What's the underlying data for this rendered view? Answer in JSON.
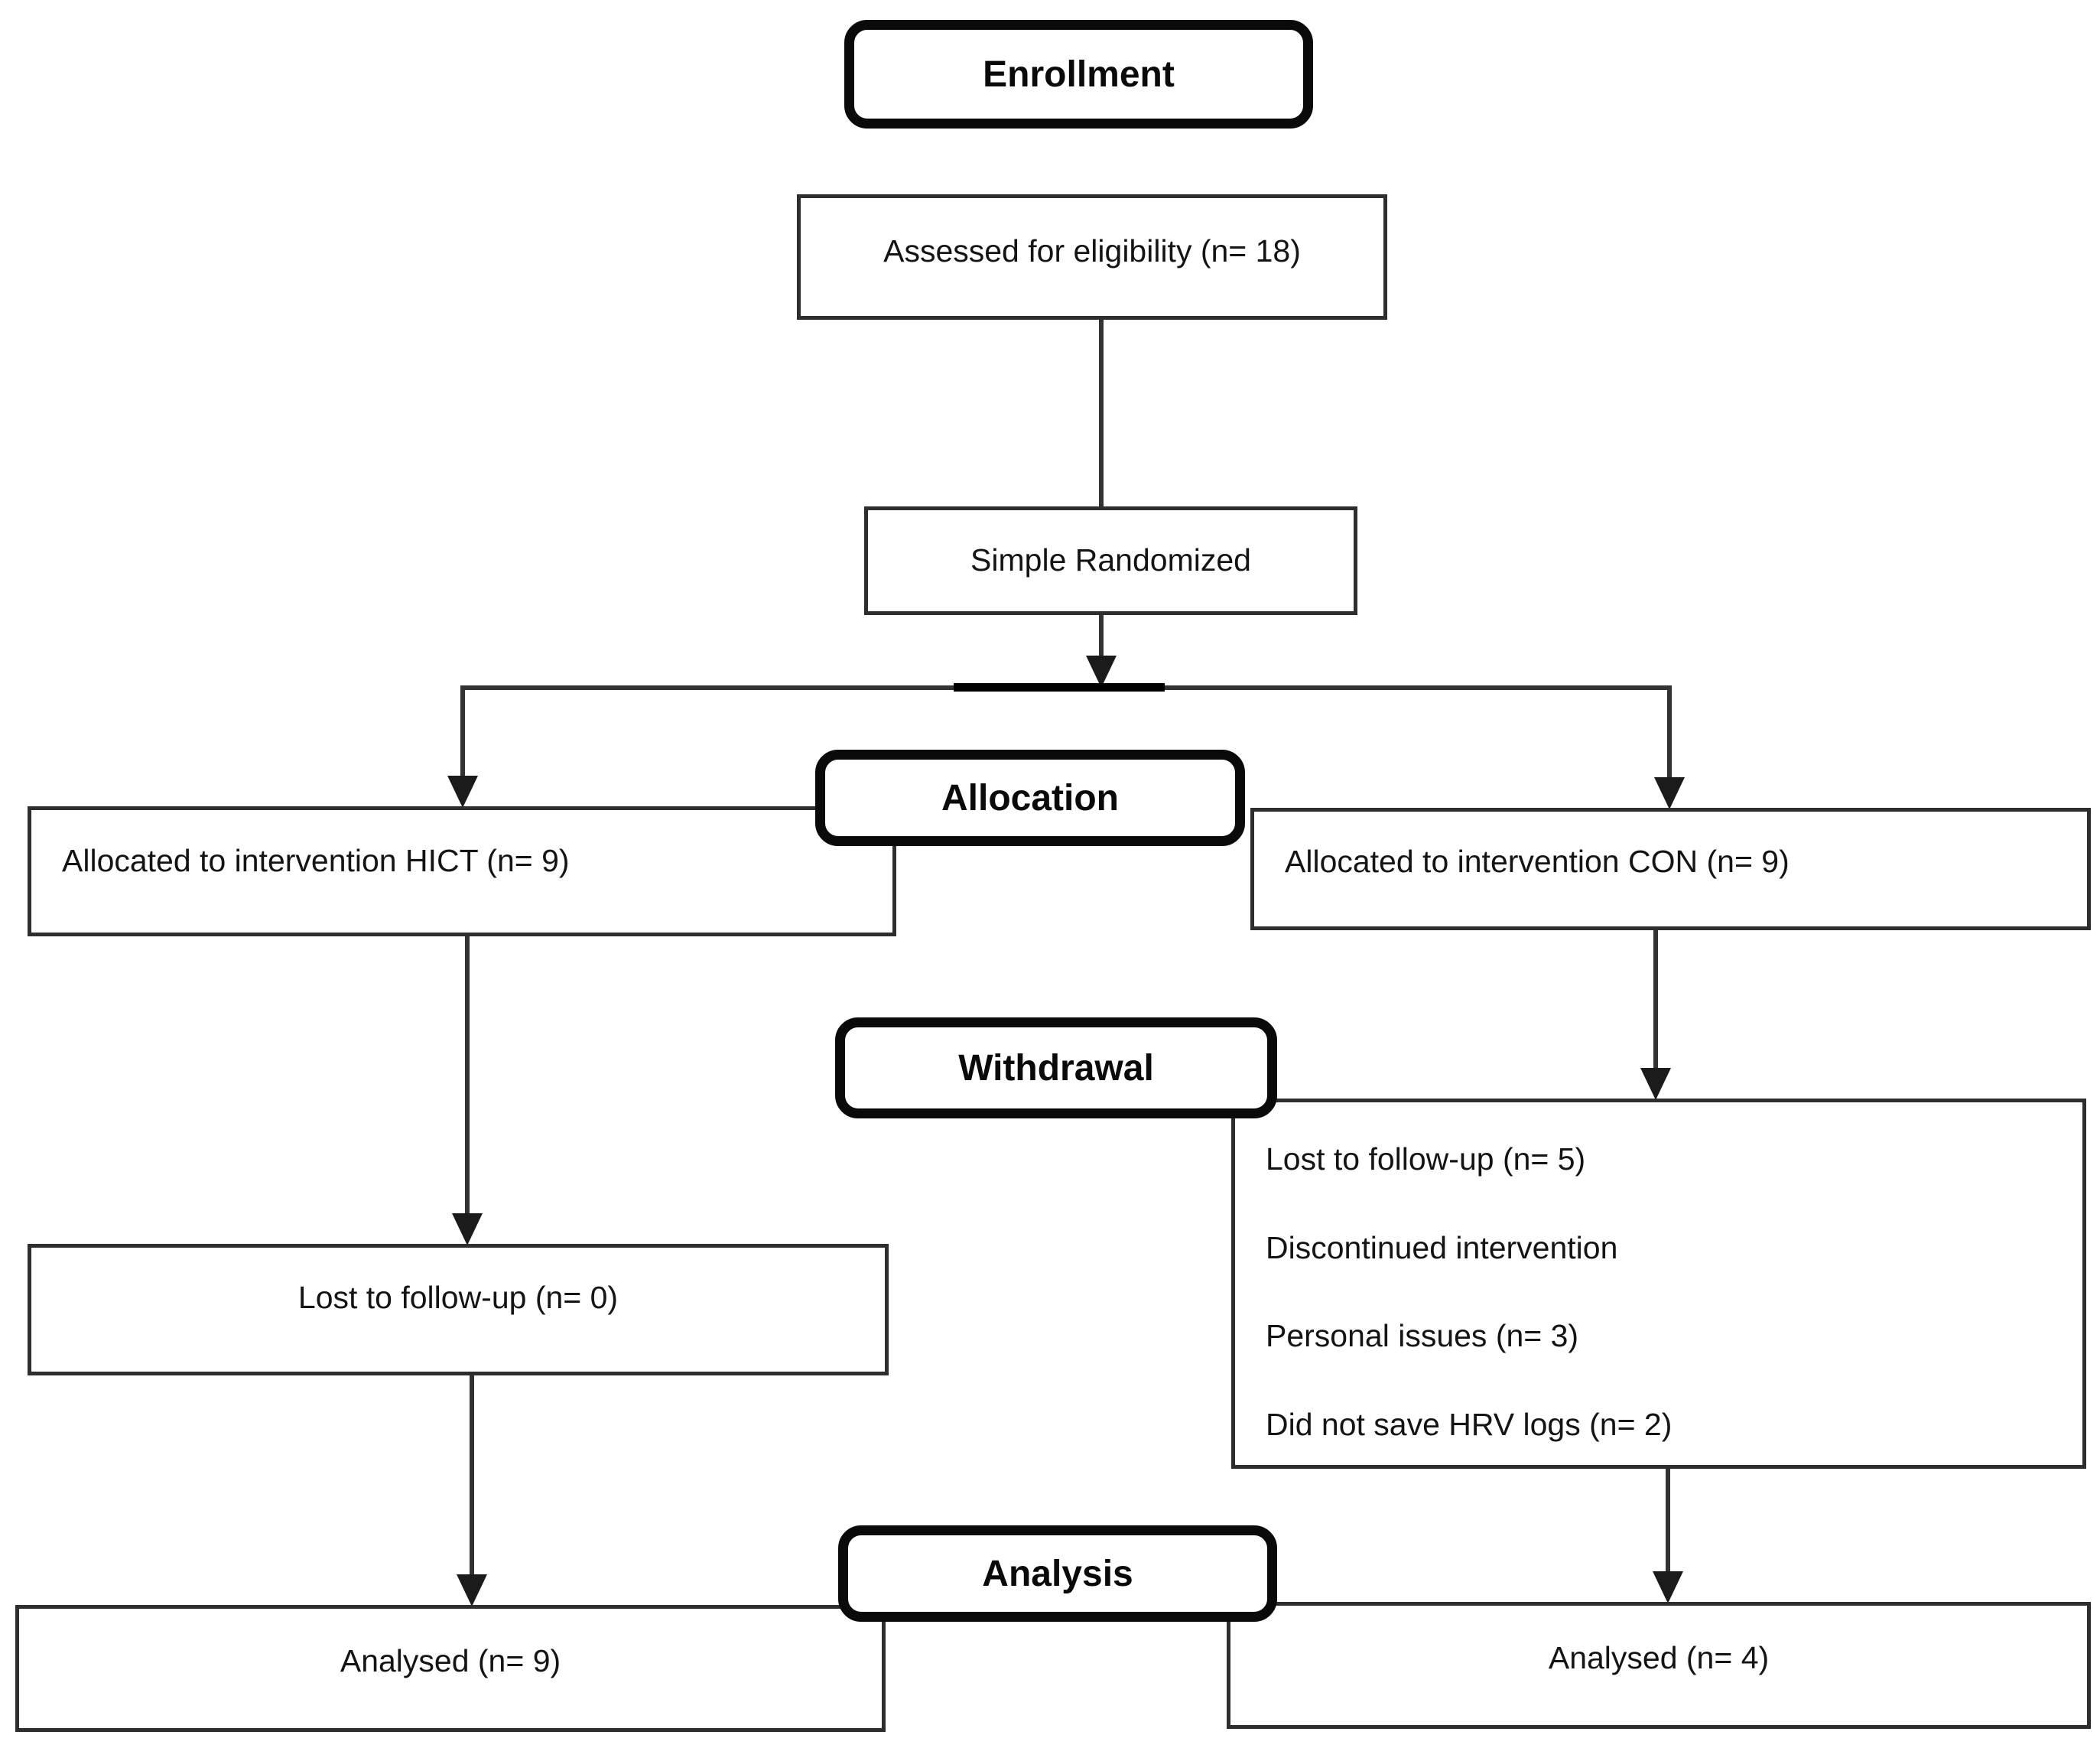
{
  "colors": {
    "ink": "#0a0a0a",
    "line": "#333333",
    "paper": "#ffffff"
  },
  "diagram": {
    "phases": {
      "enrollment": "Enrollment",
      "allocation": "Allocation",
      "withdrawal": "Withdrawal",
      "analysis": "Analysis"
    },
    "enrollment": {
      "assessed": "Assessed for eligibility (n= 18)",
      "randomized": "Simple Randomized"
    },
    "allocation": {
      "hict": "Allocated to intervention HICT (n= 9)",
      "con": "Allocated to intervention CON (n= 9)"
    },
    "followup": {
      "hict_lost": "Lost to follow-up (n= 0)",
      "con_lines": [
        "Lost to follow-up (n= 5)",
        "Discontinued intervention",
        "Personal issues (n= 3)",
        "Did not save HRV logs (n= 2)"
      ]
    },
    "analysis": {
      "hict": "Analysed (n= 9)",
      "con": "Analysed (n= 4)"
    }
  }
}
